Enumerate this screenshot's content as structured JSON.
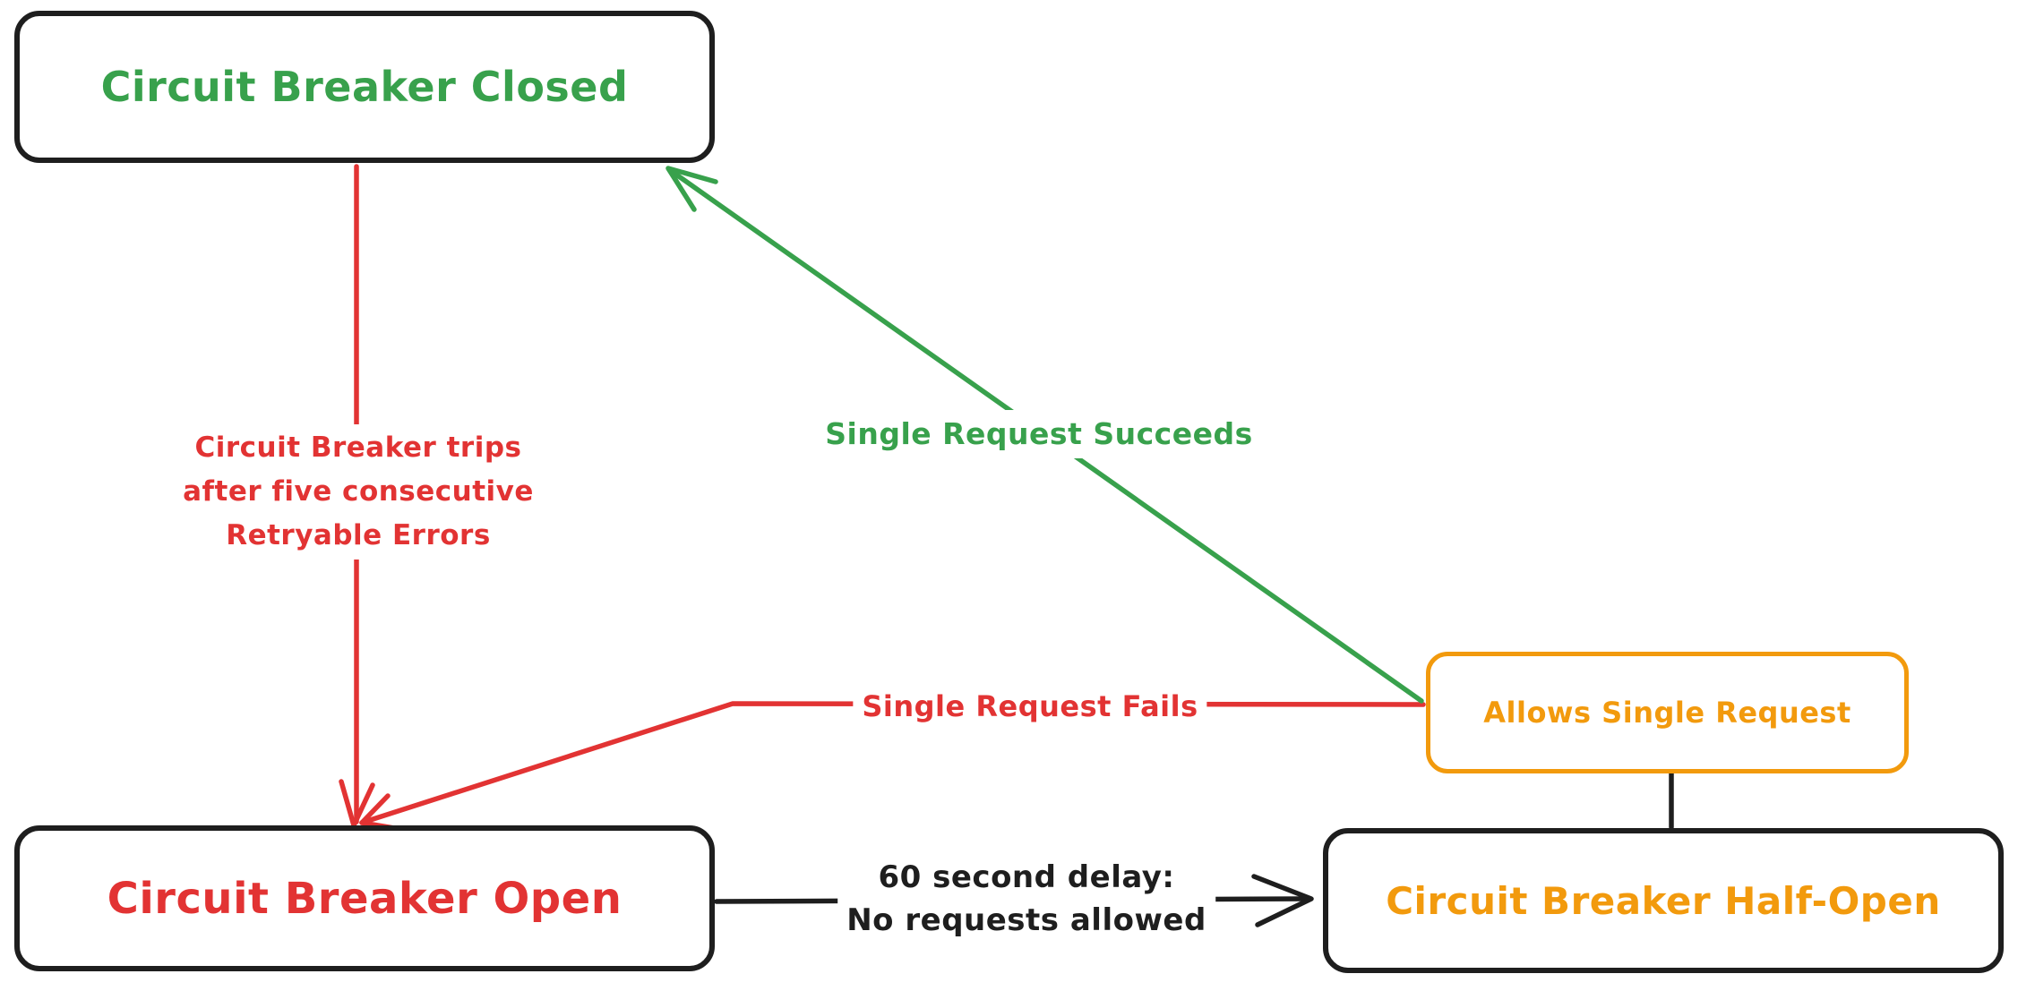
{
  "diagram": {
    "type": "state-diagram",
    "subject": "Circuit Breaker pattern states",
    "colors": {
      "ink": "#1e1e1e",
      "red": "#e23333",
      "green": "#38a14c",
      "orange": "#f29a0d",
      "background": "#ffffff"
    },
    "nodes": {
      "closed": {
        "label": "Circuit Breaker Closed",
        "text_color": "#38a14c",
        "border_color": "#1e1e1e"
      },
      "open": {
        "label": "Circuit Breaker Open",
        "text_color": "#e23333",
        "border_color": "#1e1e1e"
      },
      "half_open": {
        "label": "Circuit Breaker Half-Open",
        "text_color": "#f29a0d",
        "border_color": "#1e1e1e"
      },
      "allows_single_request": {
        "label": "Allows Single Request",
        "text_color": "#f29a0d",
        "border_color": "#f29a0d"
      }
    },
    "edges": {
      "trips": {
        "from": "closed",
        "to": "open",
        "color": "#e23333",
        "label_lines": [
          "Circuit Breaker trips",
          "after five consecutive",
          "Retryable Errors"
        ]
      },
      "succeeds": {
        "from": "allows_single_request",
        "to": "closed",
        "color": "#38a14c",
        "label": "Single Request Succeeds"
      },
      "fails": {
        "from": "allows_single_request",
        "to": "open",
        "color": "#e23333",
        "label": "Single Request Fails"
      },
      "delay": {
        "from": "open",
        "to": "half_open",
        "color": "#1e1e1e",
        "label_lines": [
          "60 second delay:",
          "No requests allowed"
        ]
      },
      "link": {
        "from": "half_open",
        "to": "allows_single_request",
        "color": "#1e1e1e"
      }
    }
  }
}
